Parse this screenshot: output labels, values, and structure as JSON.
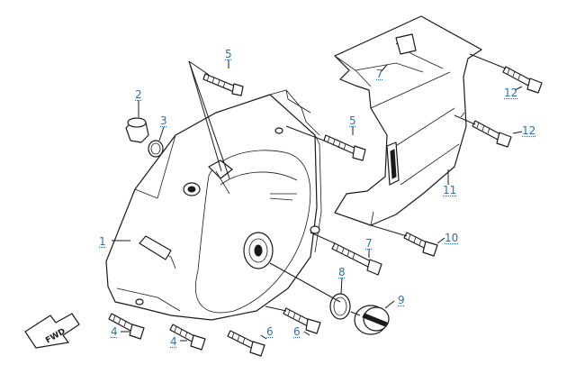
{
  "diagram": {
    "callouts": [
      {
        "id": "c1",
        "label": "1"
      },
      {
        "id": "c2",
        "label": "2"
      },
      {
        "id": "c3",
        "label": "3"
      },
      {
        "id": "c4a",
        "label": "4"
      },
      {
        "id": "c4b",
        "label": "4"
      },
      {
        "id": "c5a",
        "label": "5"
      },
      {
        "id": "c5b",
        "label": "5"
      },
      {
        "id": "c6a",
        "label": "6"
      },
      {
        "id": "c6b",
        "label": "6"
      },
      {
        "id": "c7a",
        "label": "7"
      },
      {
        "id": "c7b",
        "label": "7"
      },
      {
        "id": "c8",
        "label": "8"
      },
      {
        "id": "c9",
        "label": "9"
      },
      {
        "id": "c10",
        "label": "10"
      },
      {
        "id": "c11",
        "label": "11"
      },
      {
        "id": "c12a",
        "label": "12"
      },
      {
        "id": "c12b",
        "label": "12"
      }
    ],
    "fwd_label": "FWD",
    "accent_color": "#2f6fb6",
    "line_color": "#1a1a1a"
  }
}
